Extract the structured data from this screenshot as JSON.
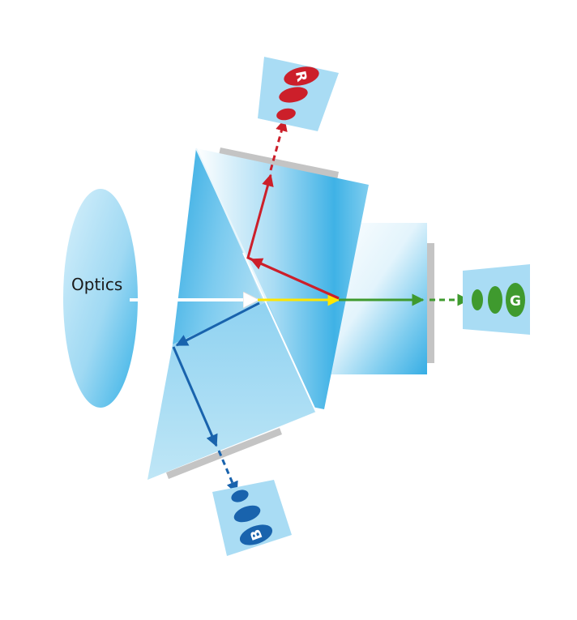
{
  "optics_label": "Optics",
  "channels": {
    "red": {
      "label": "R",
      "color": "#cc1f2a"
    },
    "green": {
      "label": "G",
      "color": "#3f9a2e"
    },
    "blue": {
      "label": "B",
      "color": "#1963ad"
    }
  },
  "colors": {
    "incoming_beam": "#ffffff",
    "yellow_beam": "#ffe600",
    "prism_light": "#bfe6f6",
    "prism_mid": "#7fcdef",
    "prism_deep": "#3eb3e6",
    "sensor_panel": "#a9dcf4",
    "coating_gray": "#c4c4c4"
  }
}
